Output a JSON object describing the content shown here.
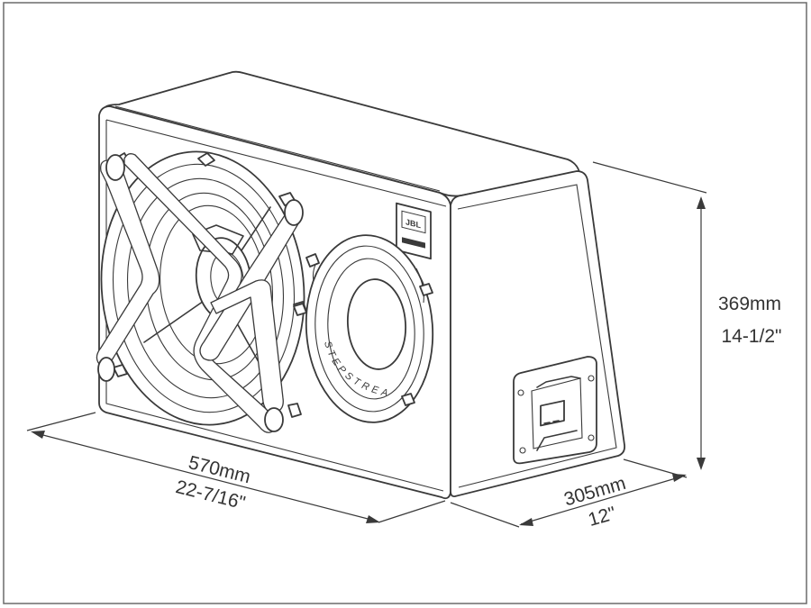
{
  "dimensions": {
    "width": {
      "metric": "570mm",
      "imperial": "22-7/16\""
    },
    "depth": {
      "metric": "305mm",
      "imperial": "12\""
    },
    "height": {
      "metric": "369mm",
      "imperial": "14-1/2\""
    }
  },
  "logo": {
    "brand": "JBL"
  },
  "port_label": "STEPSTREAM",
  "colors": {
    "line": "#3a3a3a",
    "background": "#ffffff",
    "frame": "#6b6b6b"
  }
}
